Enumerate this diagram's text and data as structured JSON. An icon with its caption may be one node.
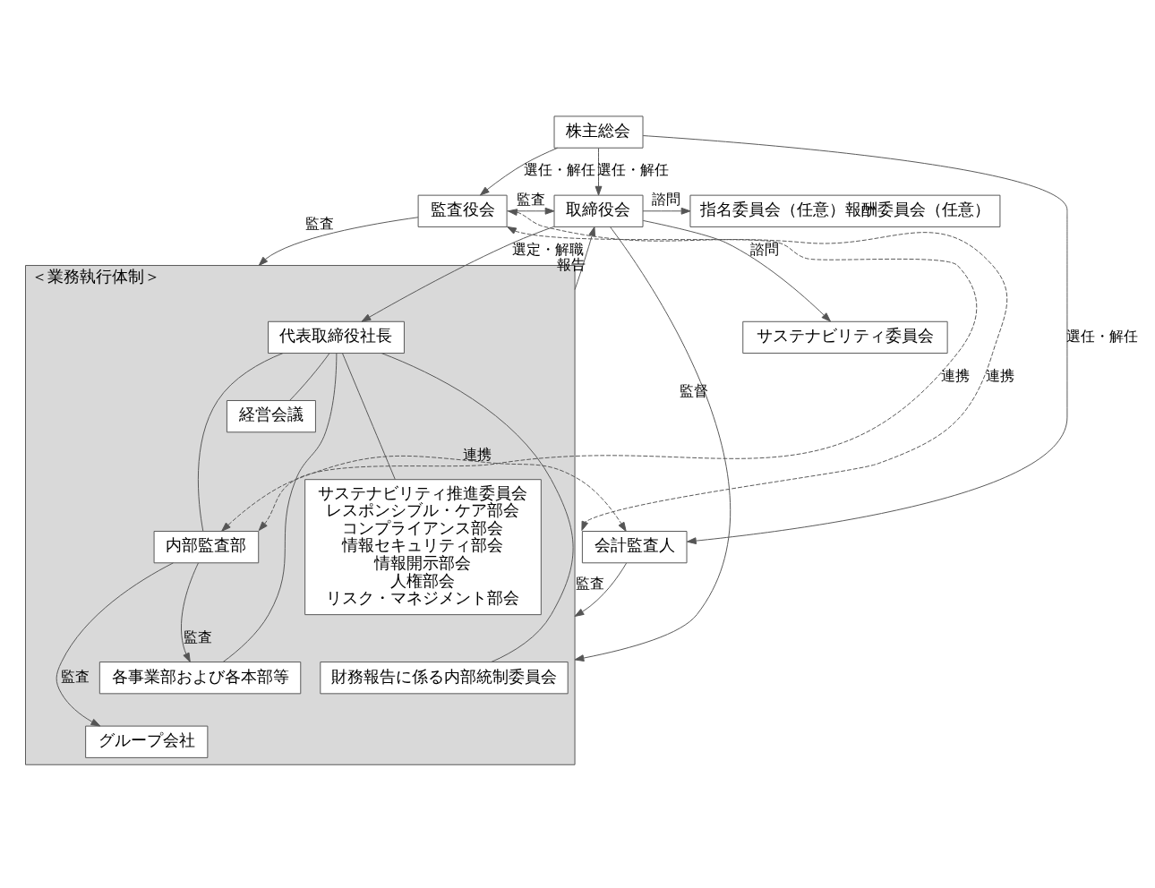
{
  "diagram": {
    "nodes": [
      {
        "text": [
          "株主総会"
        ]
      },
      {
        "text": [
          "取締役会"
        ]
      },
      {
        "text": [
          "監査役会"
        ]
      },
      {
        "text": [
          "指名委員会（任意）報酬委員会（任意）"
        ]
      },
      {
        "text": [
          "サステナビリティ委員会"
        ]
      },
      {
        "text": [
          "＜業務執行体制＞"
        ]
      },
      {
        "text": [
          "代表取締役社長"
        ],
        "in": 5
      },
      {
        "text": [
          "経営会議"
        ],
        "in": 5
      },
      {
        "text": [
          "サステナビリティ推進委員会",
          "レスポンシブル・ケア部会",
          "コンプライアンス部会",
          "情報セキュリティ部会",
          "情報開示部会",
          "人権部会",
          "リスク・マネジメント部会"
        ],
        "in": 5
      },
      {
        "text": [
          "財務報告に係る内部統制委員会"
        ],
        "in": 5
      },
      {
        "text": [
          "内部監査部"
        ],
        "in": 5
      },
      {
        "text": [
          "各事業部および各本部等"
        ],
        "in": 5
      },
      {
        "text": [
          "グループ会社"
        ],
        "in": 5
      },
      {
        "text": [
          "会計監査人"
        ]
      }
    ],
    "edges": [
      {
        "from": 0,
        "to": 1,
        "arrow": "to",
        "label": "選任・解任"
      },
      {
        "from": 0,
        "to": 2,
        "arrow": "to",
        "label": "選任・解任"
      },
      {
        "from": 0,
        "to": 13,
        "arrow": "to",
        "label": "選任・解任"
      },
      {
        "from": 1,
        "to": 3,
        "arrow": "to",
        "label": "諮問"
      },
      {
        "from": 1,
        "to": 4,
        "arrow": "to",
        "label": "諮問"
      },
      {
        "from": 2,
        "to": 1,
        "arrow": "to",
        "label": "監査"
      },
      {
        "from": 2,
        "to": 5,
        "arrow": "to",
        "label": "監査"
      },
      {
        "from": 5,
        "to": 1,
        "arrow": "to",
        "label": "報告"
      },
      {
        "from": 1,
        "to": 5,
        "arrow": "to",
        "label": "監督"
      },
      {
        "from": 1,
        "to": 6,
        "arrow": "to",
        "label": "選定・解職"
      },
      {
        "from": 2,
        "to": 10,
        "arrow": "both",
        "label": "連携",
        "style": "dashed"
      },
      {
        "from": 2,
        "to": 13,
        "arrow": "both",
        "label": "連携",
        "style": "dashed"
      },
      {
        "from": 10,
        "to": 13,
        "arrow": "both",
        "label": "連携",
        "style": "dashed"
      },
      {
        "from": 6,
        "to": 7,
        "arrow": "none"
      },
      {
        "from": 6,
        "to": 8,
        "arrow": "none"
      },
      {
        "from": 6,
        "to": 9,
        "arrow": "none"
      },
      {
        "from": 6,
        "to": 10,
        "arrow": "none"
      },
      {
        "from": 6,
        "to": 11,
        "arrow": "none"
      },
      {
        "from": 10,
        "to": 11,
        "arrow": "to",
        "label": "監査"
      },
      {
        "from": 10,
        "to": 12,
        "arrow": "to",
        "label": "監査"
      },
      {
        "from": 13,
        "to": 5,
        "arrow": "to",
        "label": "監査"
      }
    ]
  }
}
